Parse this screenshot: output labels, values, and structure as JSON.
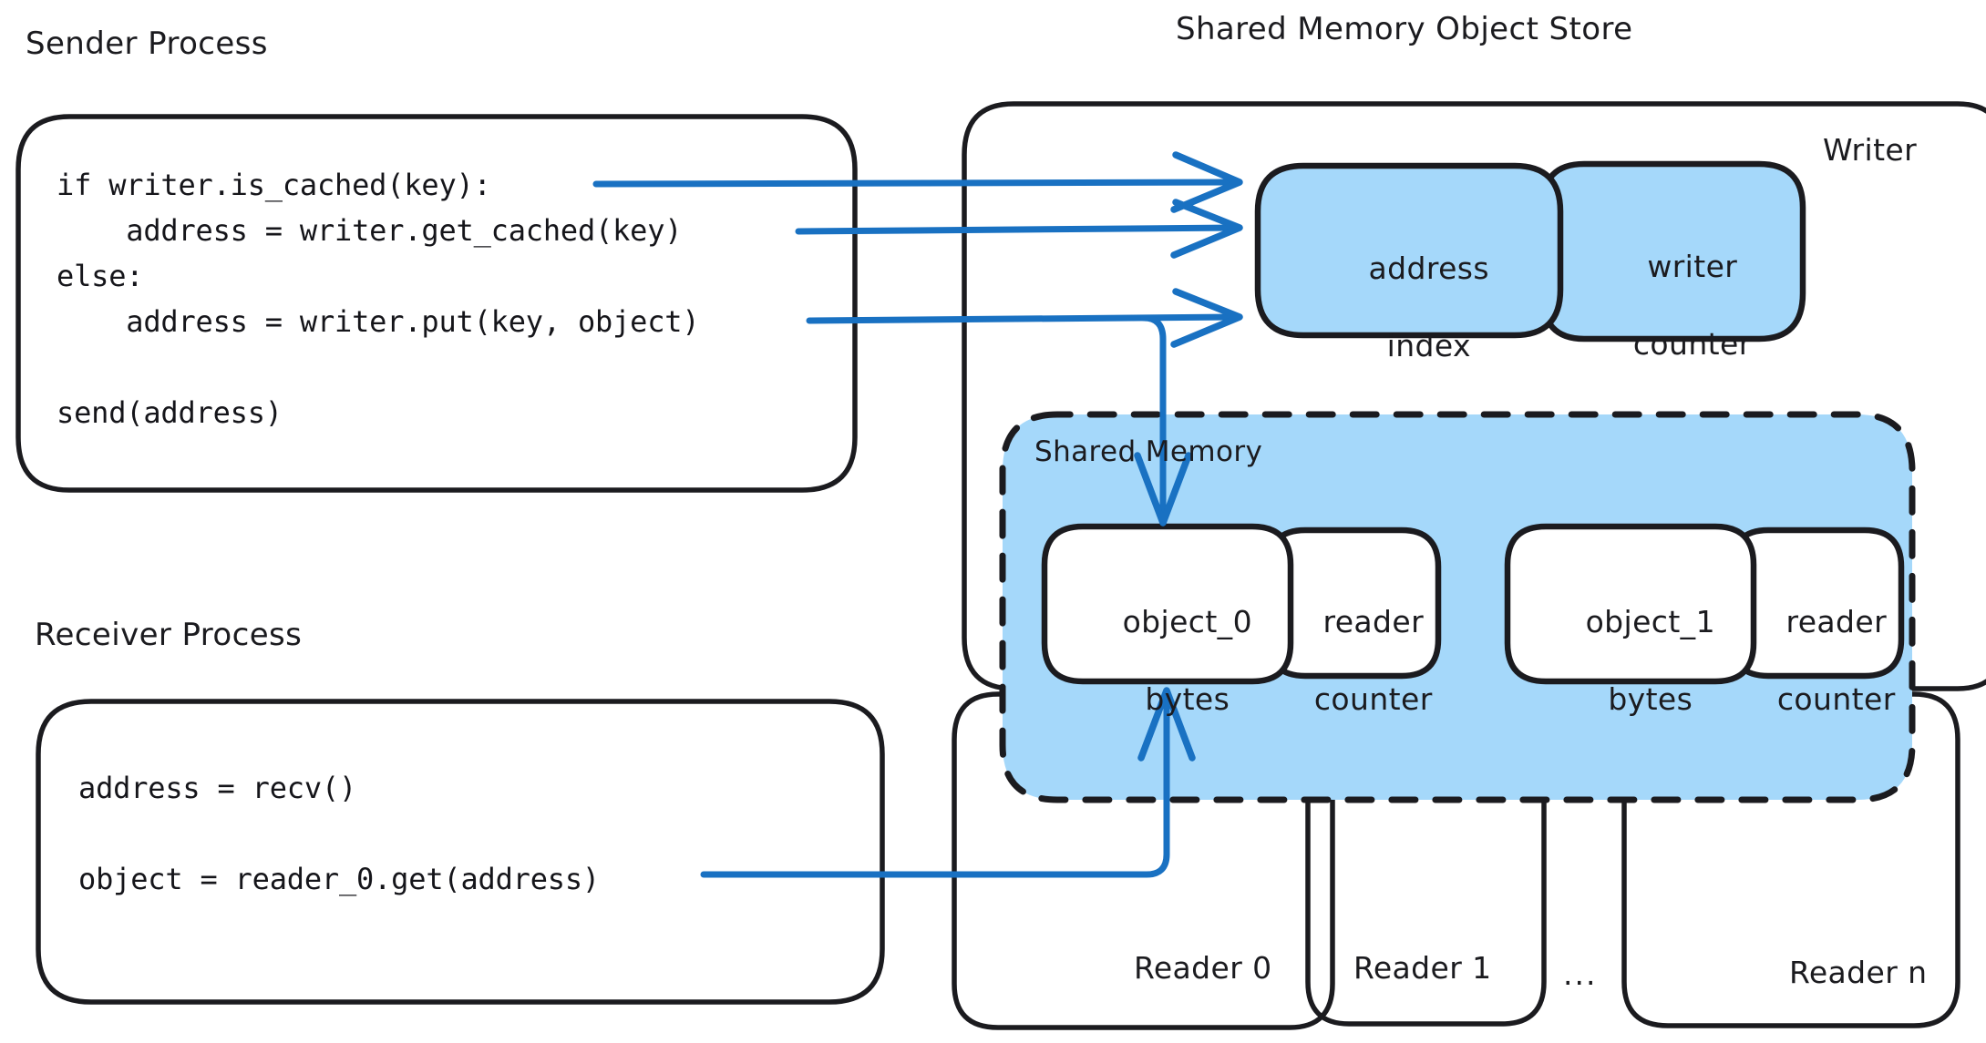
{
  "diagram": {
    "title_left": "Sender Process",
    "title_right": "Shared Memory Object Store",
    "receiver_title": "Receiver Process",
    "writer_label": "Writer",
    "shared_memory_label": "Shared Memory",
    "colors": {
      "stroke": "#1b1b1f",
      "arrow_blue": "#1971c2",
      "fill_light_blue": "#a5d8fa",
      "white": "#ffffff"
    }
  },
  "sender": {
    "code_lines": [
      "if writer.is_cached(key):",
      "    address = writer.get_cached(key)",
      "else:",
      "    address = writer.put(key, object)",
      "",
      "send(address)"
    ]
  },
  "receiver": {
    "code_lines": [
      "address = recv()",
      "",
      "object = reader_0.get(address)"
    ]
  },
  "writer_boxes": [
    {
      "name": "address-index",
      "line1": "address",
      "line2": "index"
    },
    {
      "name": "writer-counter",
      "line1": "writer",
      "line2": "counter"
    }
  ],
  "shared_memory_boxes": [
    {
      "name": "object-0-bytes",
      "line1": "object_0",
      "line2": "bytes"
    },
    {
      "name": "reader-counter-0",
      "line1": "reader",
      "line2": "counter"
    },
    {
      "name": "object-1-bytes",
      "line1": "object_1",
      "line2": "bytes"
    },
    {
      "name": "reader-counter-1",
      "line1": "reader",
      "line2": "counter"
    }
  ],
  "readers": [
    {
      "label": "Reader 0"
    },
    {
      "label": "Reader 1"
    },
    {
      "label": "..."
    },
    {
      "label": "Reader n"
    }
  ]
}
